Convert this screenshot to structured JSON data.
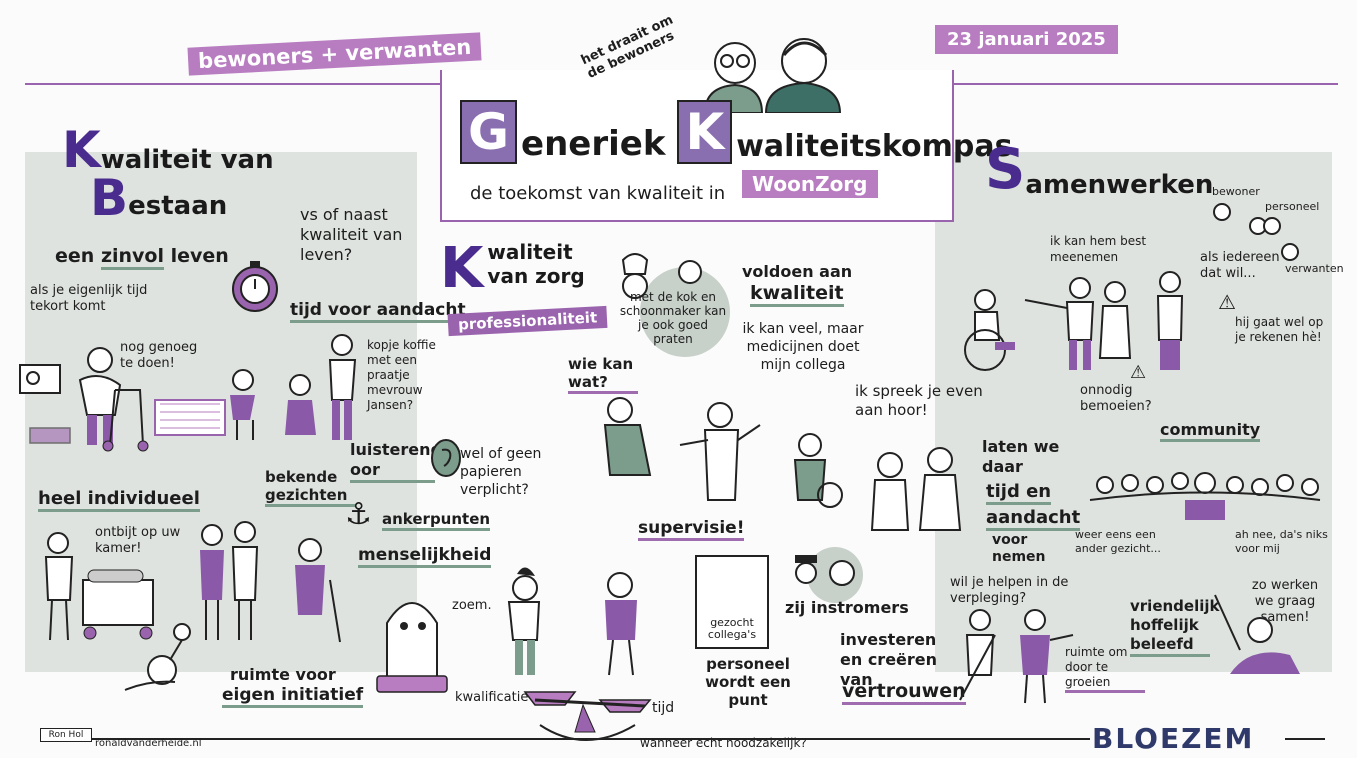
{
  "header": {
    "banner_left": "bewoners + verwanten",
    "date": "23 januari 2025",
    "circle_note": "het draait om de bewoners",
    "title_part1_letter": "G",
    "title_part1_rest": "eneriek",
    "title_part2_letter": "K",
    "title_part2_rest": "waliteitskompas",
    "subtitle": "de toekomst van kwaliteit in",
    "subtitle_tag": "WoonZorg"
  },
  "left": {
    "heading_k": "K",
    "heading_line1": "waliteit van",
    "heading_b": "B",
    "heading_line2": "estaan",
    "q1": "vs of naast kwaliteit van leven?",
    "zinvol_a": "een",
    "zinvol_b": "zinvol",
    "zinvol_c": "leven",
    "tijd_tekort": "als je eigenlijk tijd tekort komt",
    "tijd_aandacht": "tijd voor aandacht",
    "nog_genoeg": "nog genoeg te doen!",
    "kopje_koffie": "kopje koffie met een praatje mevrouw Jansen?",
    "individueel": "heel individueel",
    "ontbijt": "ontbijt op uw kamer!",
    "bekende": "bekende gezichten",
    "ruimte": "ruimte voor",
    "initiatief": "eigen initiatief"
  },
  "middle": {
    "heading_k": "K",
    "heading_line1": "waliteit",
    "heading_line2": "van zorg",
    "tag": "professionaliteit",
    "kok": "met de kok en schoonmaker kan je ook goed praten",
    "wie_kan": "wie kan wat?",
    "voldoen": "voldoen aan",
    "kwaliteit": "kwaliteit",
    "veel": "ik kan veel, maar medicijnen doet mijn collega",
    "spreek": "ik spreek je even aan hoor!",
    "luisterend": "luisterend oor",
    "papieren": "wel of geen papieren verplicht?",
    "anker": "ankerpunten",
    "menselijkheid": "menselijkheid",
    "zoem": "zoem.",
    "supervisie": "supervisie!",
    "gezocht": "gezocht collega's",
    "instromers": "zij instromers",
    "personeel": "personeel wordt een punt",
    "kwalificatie": "kwalificatie",
    "tijd": "tijd",
    "wanneer": "wanneer echt noodzakelijk?",
    "investeren": "investeren en creëren van",
    "vertrouwen": "vertrouwen"
  },
  "right": {
    "heading_s": "S",
    "heading": "amenwerken",
    "bewoner": "bewoner",
    "personeel": "personeel",
    "verwanten": "verwanten",
    "beste": "ik kan hem best meenemen",
    "iedereen": "als iedereen dat wil...",
    "rekenen": "hij gaat wel op je rekenen hè!",
    "onnodig": "onnodig bemoeien?",
    "community": "community",
    "laten": "laten we daar",
    "tijd_en": "tijd en",
    "aandacht": "aandacht",
    "nemen": "voor nemen",
    "gezicht": "weer eens een ander gezicht...",
    "niks": "ah nee, da's niks voor mij",
    "helpen": "wil je helpen in de verpleging?",
    "groeien": "ruimte om door te groeien",
    "vriendelijk": "vriendelijk hoffelijk beleefd",
    "samen": "zo werken we graag samen!"
  },
  "footer": {
    "logo_text": "Ron Hol",
    "url": "ronaldvanderheide.nl",
    "brand": "BLOEZEM"
  },
  "colors": {
    "purple": "#9a63ad",
    "dark_purple": "#3e2a7a",
    "green_gray": "#dfe3df",
    "tag": "#b87dc1",
    "navy": "#2f3a6b"
  }
}
